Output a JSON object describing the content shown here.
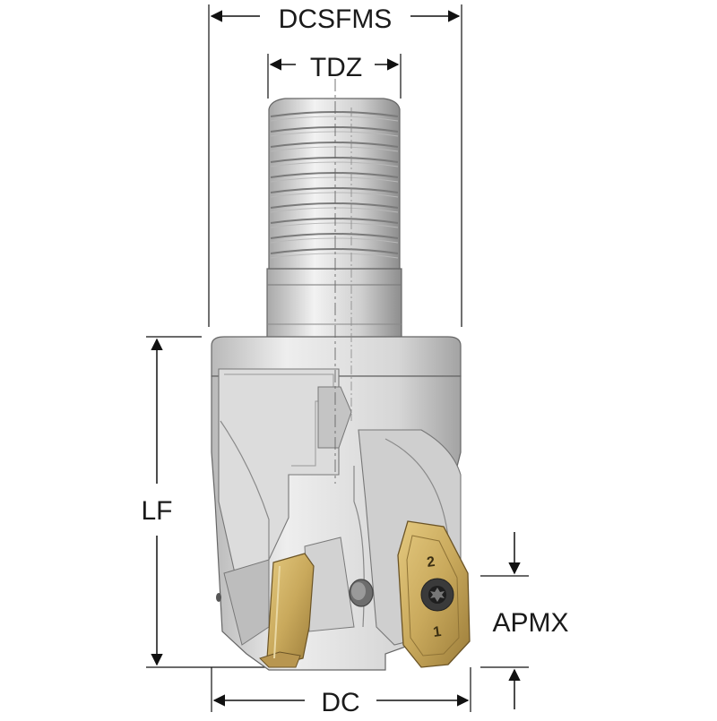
{
  "labels": {
    "dcsfms": "DCSFMS",
    "tdz": "TDZ",
    "lf": "LF",
    "dc": "DC",
    "apmx": "APMX"
  },
  "insert_marks": {
    "upper": "2",
    "lower": "1"
  },
  "colors": {
    "steel_light": "#e6e6e6",
    "steel_mid": "#c9c9c9",
    "steel_dark": "#9e9e9e",
    "outline": "#555555",
    "insert_gold": "#c9a95c",
    "insert_gold_dark": "#8f7336",
    "dimension_line": "#111111"
  }
}
